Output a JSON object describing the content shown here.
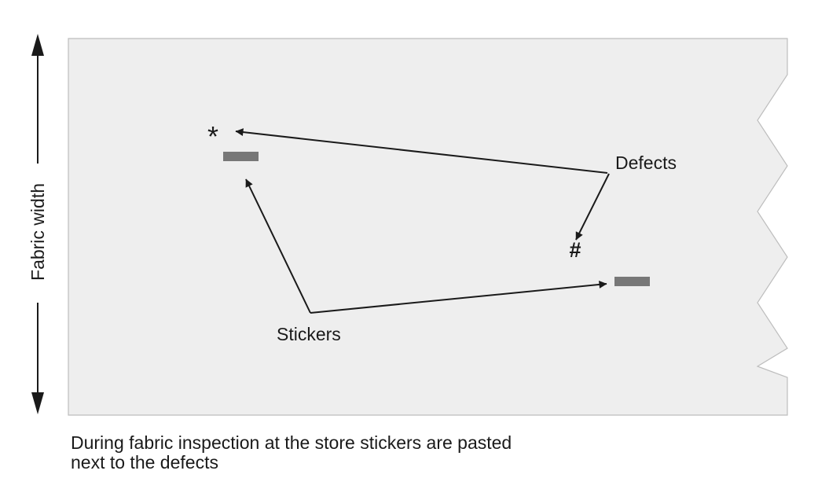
{
  "width_label": "Fabric width",
  "defects_label": "Defects",
  "stickers_label": "Stickers",
  "defect_marks": {
    "star": "*",
    "hash": "#"
  },
  "caption": {
    "line1": "During fabric inspection at the store stickers are pasted",
    "line2": "next to the defects"
  },
  "colors": {
    "fabric_fill": "#eeeeee",
    "fabric_border": "#bdbdbd",
    "sticker": "#777777",
    "arrow": "#1a1a1a"
  }
}
